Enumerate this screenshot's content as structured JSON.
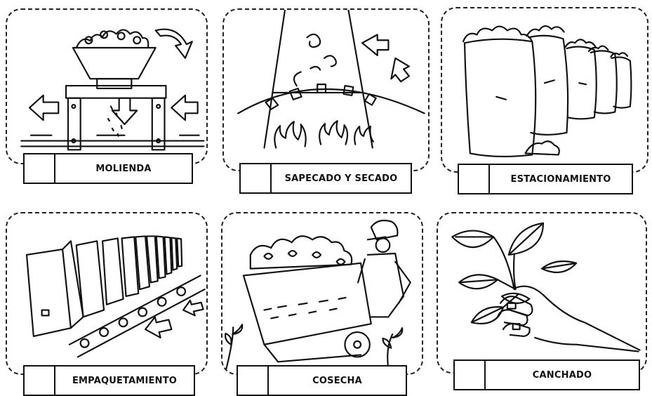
{
  "cards": [
    {
      "label": "MOLIENDA",
      "number": ""
    },
    {
      "label": "SAPECADO Y SECADO",
      "number": ""
    },
    {
      "label": "ESTACIONAMIENTO",
      "number": ""
    },
    {
      "label": "EMPAQUETAMIENTO",
      "number": ""
    },
    {
      "label": "COSECHA",
      "number": ""
    },
    {
      "label": "CANCHADO",
      "number": ""
    }
  ]
}
